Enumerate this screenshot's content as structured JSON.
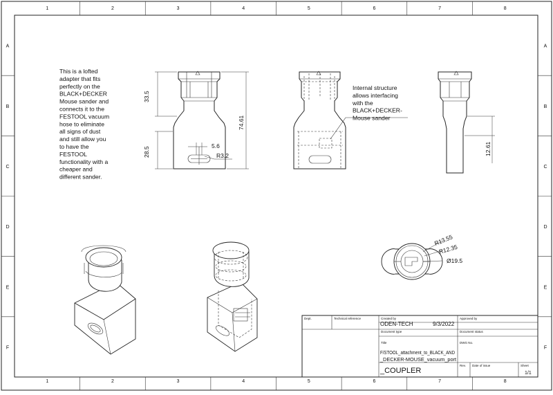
{
  "sheet": {
    "col_labels": [
      "1",
      "2",
      "3",
      "4",
      "5",
      "6",
      "7",
      "8"
    ],
    "row_labels": [
      "A",
      "B",
      "C",
      "D",
      "E",
      "F"
    ]
  },
  "notes": {
    "description": [
      "This is a lofted",
      "adapter that fits",
      "perfectly on the",
      "BLACK+DECKER",
      "Mouse sander and",
      "connects it to the",
      "FESTOOL vacuum",
      "hose to eliminate",
      "all signs of dust",
      "and still allow you",
      "to have the",
      "FESTOOL",
      "functionality with a",
      "cheaper and",
      "different sander."
    ],
    "internal": [
      "Internal structure",
      "allows interfacing",
      "with the",
      "BLACK+DECKER-",
      "Mouse sander"
    ]
  },
  "dimensions": {
    "top_height": "33.5",
    "total_height": "74.61",
    "bottom_height": "28.5",
    "slot_width": "5.6",
    "slot_radius": "R3.2",
    "side_height": "12.61",
    "r_outer": "R13.55",
    "r_inner": "R12.35",
    "diameter": "Ø19.5"
  },
  "title_block": {
    "dept_label": "Dept.",
    "tech_ref_label": "Technical reference",
    "created_by_label": "Created by",
    "created_by": "ODEN-TECH",
    "date": "9/3/2022",
    "approved_by_label": "Approved by",
    "doc_type_label": "Document type",
    "doc_status_label": "Document status",
    "title_label": "Title",
    "dwg_no_label": "DWG No.",
    "title_line1": "F/STOOL_attachment_to_BLACK_AND",
    "title_line2": "_DECKER-MOUSE_vacuum_port",
    "title_main": "_COUPLER",
    "rev_label": "Rev.",
    "date_issue_label": "Date of issue",
    "sheet_label": "Sheet",
    "sheet_value": "1/1"
  }
}
